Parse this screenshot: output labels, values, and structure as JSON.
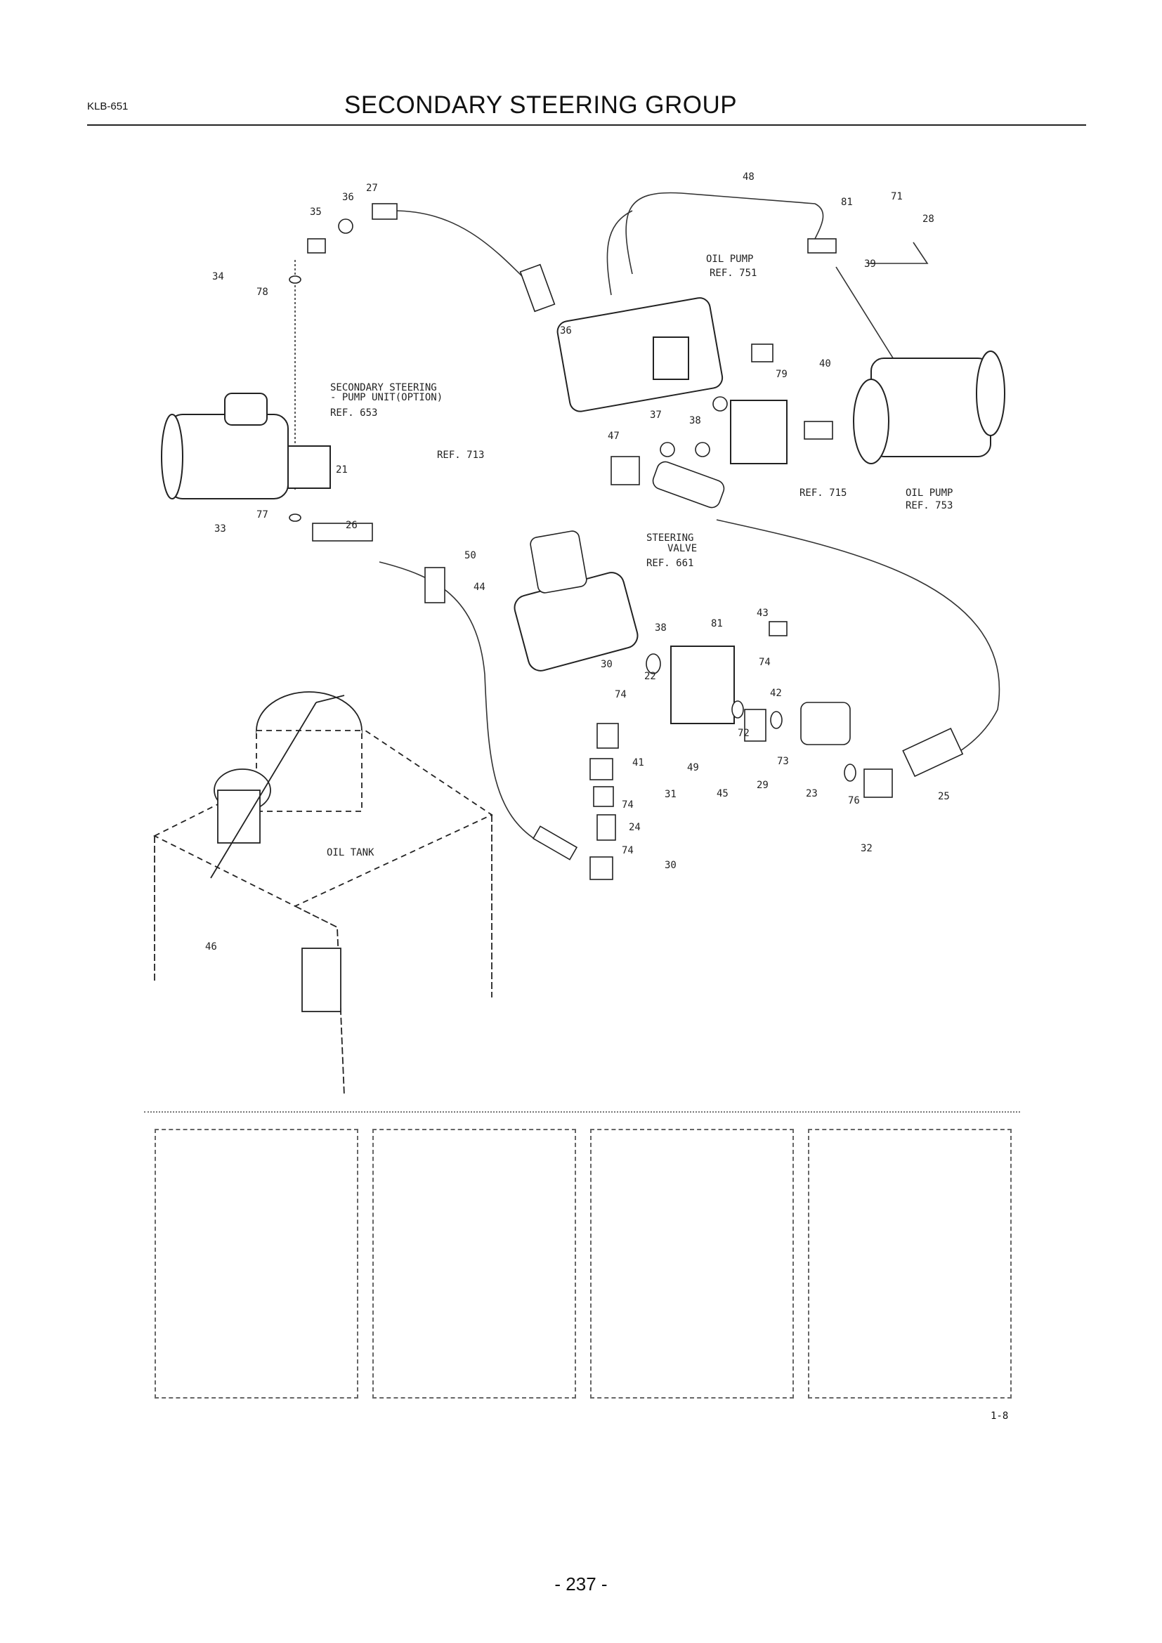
{
  "header": {
    "doc_code": "KLB-651",
    "title": "SECONDARY STEERING GROUP"
  },
  "diagram": {
    "callouts": [
      {
        "id": "n48",
        "text": "48"
      },
      {
        "id": "n71",
        "text": "71"
      },
      {
        "id": "n81a",
        "text": "81"
      },
      {
        "id": "n28",
        "text": "28"
      },
      {
        "id": "n39",
        "text": "39"
      },
      {
        "id": "n27",
        "text": "27"
      },
      {
        "id": "n36a",
        "text": "36"
      },
      {
        "id": "n35",
        "text": "35"
      },
      {
        "id": "n34",
        "text": "34"
      },
      {
        "id": "n78",
        "text": "78"
      },
      {
        "id": "n36b",
        "text": "36"
      },
      {
        "id": "n40",
        "text": "40"
      },
      {
        "id": "n79",
        "text": "79"
      },
      {
        "id": "n37",
        "text": "37"
      },
      {
        "id": "n38a",
        "text": "38"
      },
      {
        "id": "n47",
        "text": "47"
      },
      {
        "id": "n21",
        "text": "21"
      },
      {
        "id": "n77",
        "text": "77"
      },
      {
        "id": "n33",
        "text": "33"
      },
      {
        "id": "n26",
        "text": "26"
      },
      {
        "id": "n50",
        "text": "50"
      },
      {
        "id": "n44",
        "text": "44"
      },
      {
        "id": "n43",
        "text": "43"
      },
      {
        "id": "n81b",
        "text": "81"
      },
      {
        "id": "n38b",
        "text": "38"
      },
      {
        "id": "n30a",
        "text": "30"
      },
      {
        "id": "n22",
        "text": "22"
      },
      {
        "id": "n74a",
        "text": "74"
      },
      {
        "id": "n74b",
        "text": "74"
      },
      {
        "id": "n42",
        "text": "42"
      },
      {
        "id": "n41",
        "text": "41"
      },
      {
        "id": "n49",
        "text": "49"
      },
      {
        "id": "n72",
        "text": "72"
      },
      {
        "id": "n73",
        "text": "73"
      },
      {
        "id": "n45",
        "text": "45"
      },
      {
        "id": "n29",
        "text": "29"
      },
      {
        "id": "n23",
        "text": "23"
      },
      {
        "id": "n76",
        "text": "76"
      },
      {
        "id": "n25",
        "text": "25"
      },
      {
        "id": "n31",
        "text": "31"
      },
      {
        "id": "n74c",
        "text": "74"
      },
      {
        "id": "n24",
        "text": "24"
      },
      {
        "id": "n74d",
        "text": "74"
      },
      {
        "id": "n30b",
        "text": "30"
      },
      {
        "id": "n32",
        "text": "32"
      },
      {
        "id": "n46",
        "text": "46"
      }
    ],
    "labels": {
      "oil_pump_751_name": "OIL PUMP",
      "oil_pump_751_ref": "REF. 751",
      "pump_unit_line1": "SECONDARY STEERING",
      "pump_unit_line2": "- PUMP UNIT(OPTION)",
      "pump_unit_ref": "REF. 653",
      "ref_713": "REF. 713",
      "ref_715": "REF. 715",
      "oil_pump_753_name": "OIL PUMP",
      "oil_pump_753_ref": "REF. 753",
      "steering_valve_line1": "STEERING",
      "steering_valve_line2": "VALVE",
      "steering_valve_ref": "REF. 661",
      "oil_tank": "OIL TANK"
    }
  },
  "notes": {
    "box_count": 4,
    "figure_code": "1-8"
  },
  "footer": {
    "page_number": "- 237 -"
  }
}
